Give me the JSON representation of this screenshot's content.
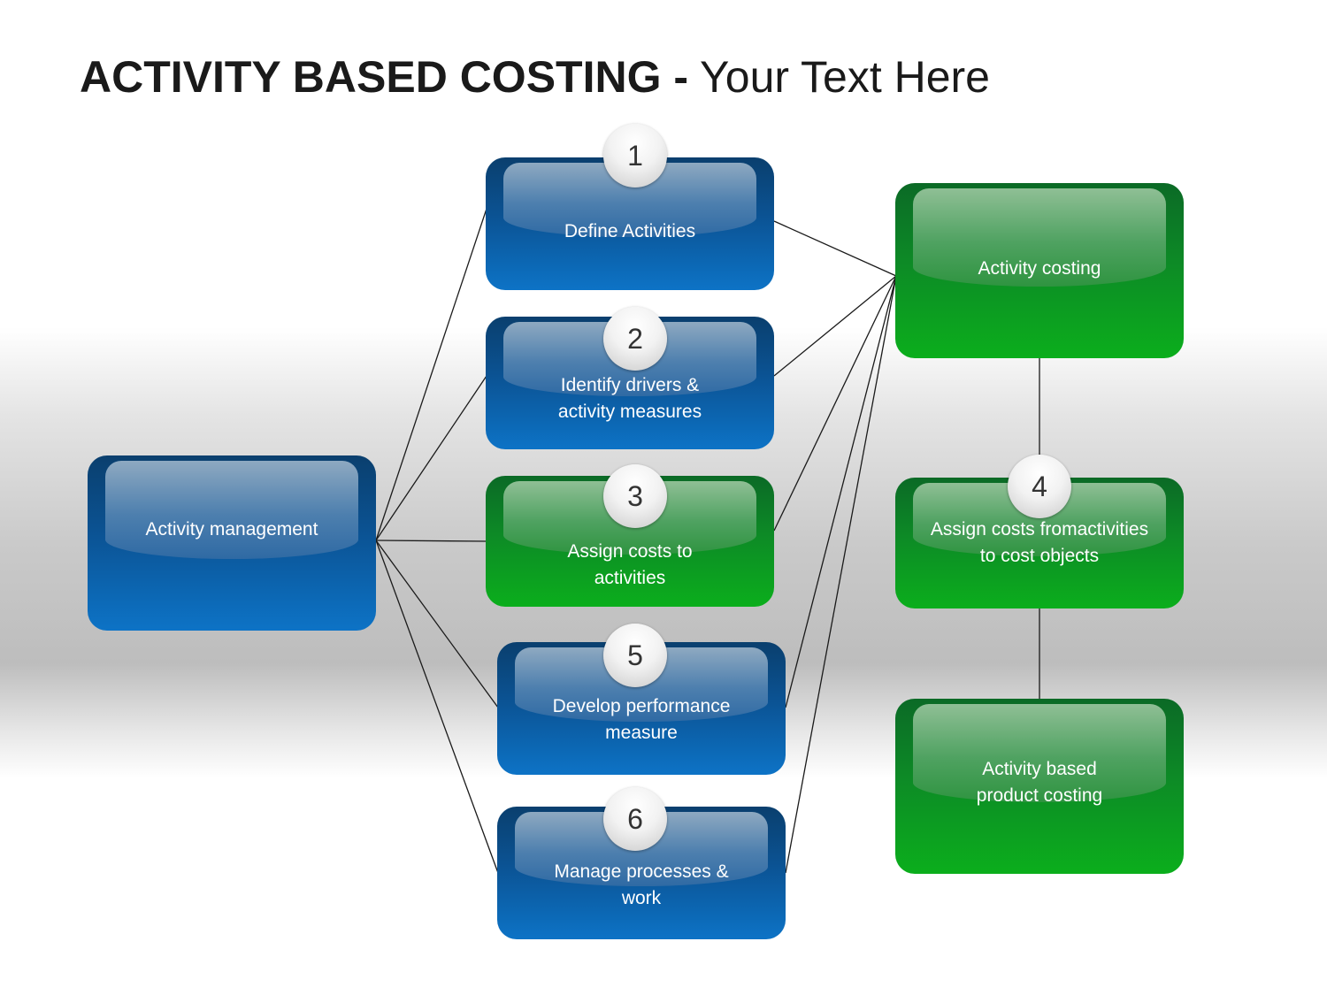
{
  "title": {
    "bold": "ACTIVITY BASED COSTING -",
    "rest": " Your Text Here"
  },
  "nodes": {
    "activity_management": "Activity management",
    "define_activities": "Define Activities",
    "identify_drivers": [
      "Identify drivers &",
      "activity measures"
    ],
    "assign_costs_activities": [
      "Assign costs to",
      "activities"
    ],
    "develop_performance": [
      "Develop performance",
      "measure"
    ],
    "manage_processes": [
      "Manage processes &",
      "work"
    ],
    "activity_costing": "Activity costing",
    "assign_costs_objects": [
      "Assign costs fromactivities",
      "to cost objects"
    ],
    "product_costing": [
      "Activity based",
      "product costing"
    ]
  },
  "badges": {
    "b1": "1",
    "b2": "2",
    "b3": "3",
    "b4": "4",
    "b5": "5",
    "b6": "6"
  },
  "colors": {
    "blue": "#0b5394",
    "green": "#0d8a26"
  }
}
